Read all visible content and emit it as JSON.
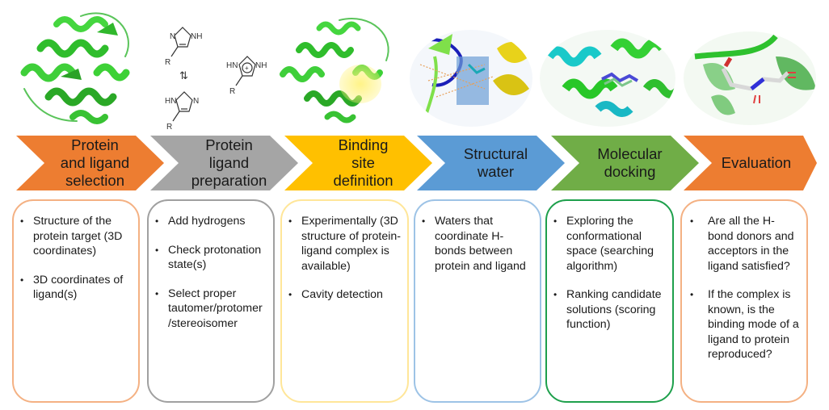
{
  "title": "Molecular docking workflow",
  "colors": {
    "orange": "#ED7D31",
    "gray": "#A5A5A5",
    "gold": "#FFC000",
    "blue": "#5B9BD5",
    "green": "#70AD47",
    "box_orange": "#F4B183",
    "box_gray": "#A0A0A0",
    "box_yellow": "#FFE699",
    "box_blue": "#9DC3E6",
    "box_green": "#1EA04C"
  },
  "illustrations": [
    {
      "name": "protein-cartoon",
      "description": "green protein ribbon structure"
    },
    {
      "name": "imidazole-tautomers",
      "labels": [
        "N",
        "NH",
        "R",
        "HN",
        "N",
        "R"
      ],
      "equilibrium": "⇅"
    },
    {
      "name": "imidazolium",
      "labels": [
        "HN",
        "NH",
        "+",
        "R"
      ]
    },
    {
      "name": "protein-binding-site",
      "description": "protein with highlighted yellow binding pocket"
    },
    {
      "name": "structural-water-view",
      "description": "binding site with water-mediated H-bonds"
    },
    {
      "name": "docking-overlay",
      "description": "superimposed protein-ligand poses"
    },
    {
      "name": "evaluation-view",
      "description": "ligand pose in binding site"
    }
  ],
  "steps": [
    {
      "label": "Protein\nand ligand\nselection",
      "bullets": [
        "Structure of the protein target (3D coordinates)",
        "3D coordinates of ligand(s)"
      ]
    },
    {
      "label": "Protein\nligand\npreparation",
      "bullets": [
        "Add hydrogens",
        "Check protonation state(s)",
        "Select proper tautomer/protomer /stereoisomer"
      ]
    },
    {
      "label": "Binding\nsite\ndefinition",
      "bullets": [
        "Experimentally (3D structure of protein-ligand complex is available)",
        "Cavity detection"
      ]
    },
    {
      "label": "Structural\nwater",
      "bullets": [
        "Waters that coordinate H-bonds between protein and ligand"
      ]
    },
    {
      "label": "Molecular\ndocking",
      "bullets": [
        "Exploring the conformational space (searching algorithm)",
        "Ranking candidate solutions (scoring function)"
      ]
    },
    {
      "label": "Evaluation",
      "bullets": [
        "Are all the H-bond donors and acceptors in the ligand satisfied?",
        "If the complex is known, is the binding mode of a ligand to protein reproduced?"
      ]
    }
  ]
}
